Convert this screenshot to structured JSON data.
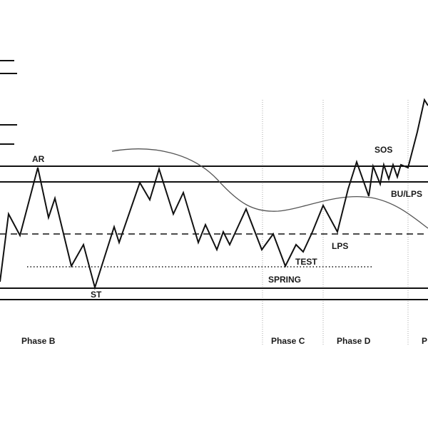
{
  "labels": {
    "ar": "AR",
    "st": "ST",
    "spring": "SPRING",
    "test": "TEST",
    "lps": "LPS",
    "sos": "SOS",
    "bu_lps": "BU/LPS"
  },
  "phases": {
    "b": "Phase B",
    "c": "Phase C",
    "d": "Phase D",
    "e_partial": "P"
  },
  "colors": {
    "line": "#111111",
    "thin_curve": "#555555",
    "divider": "#aaaaaa",
    "background": "#ffffff"
  }
}
